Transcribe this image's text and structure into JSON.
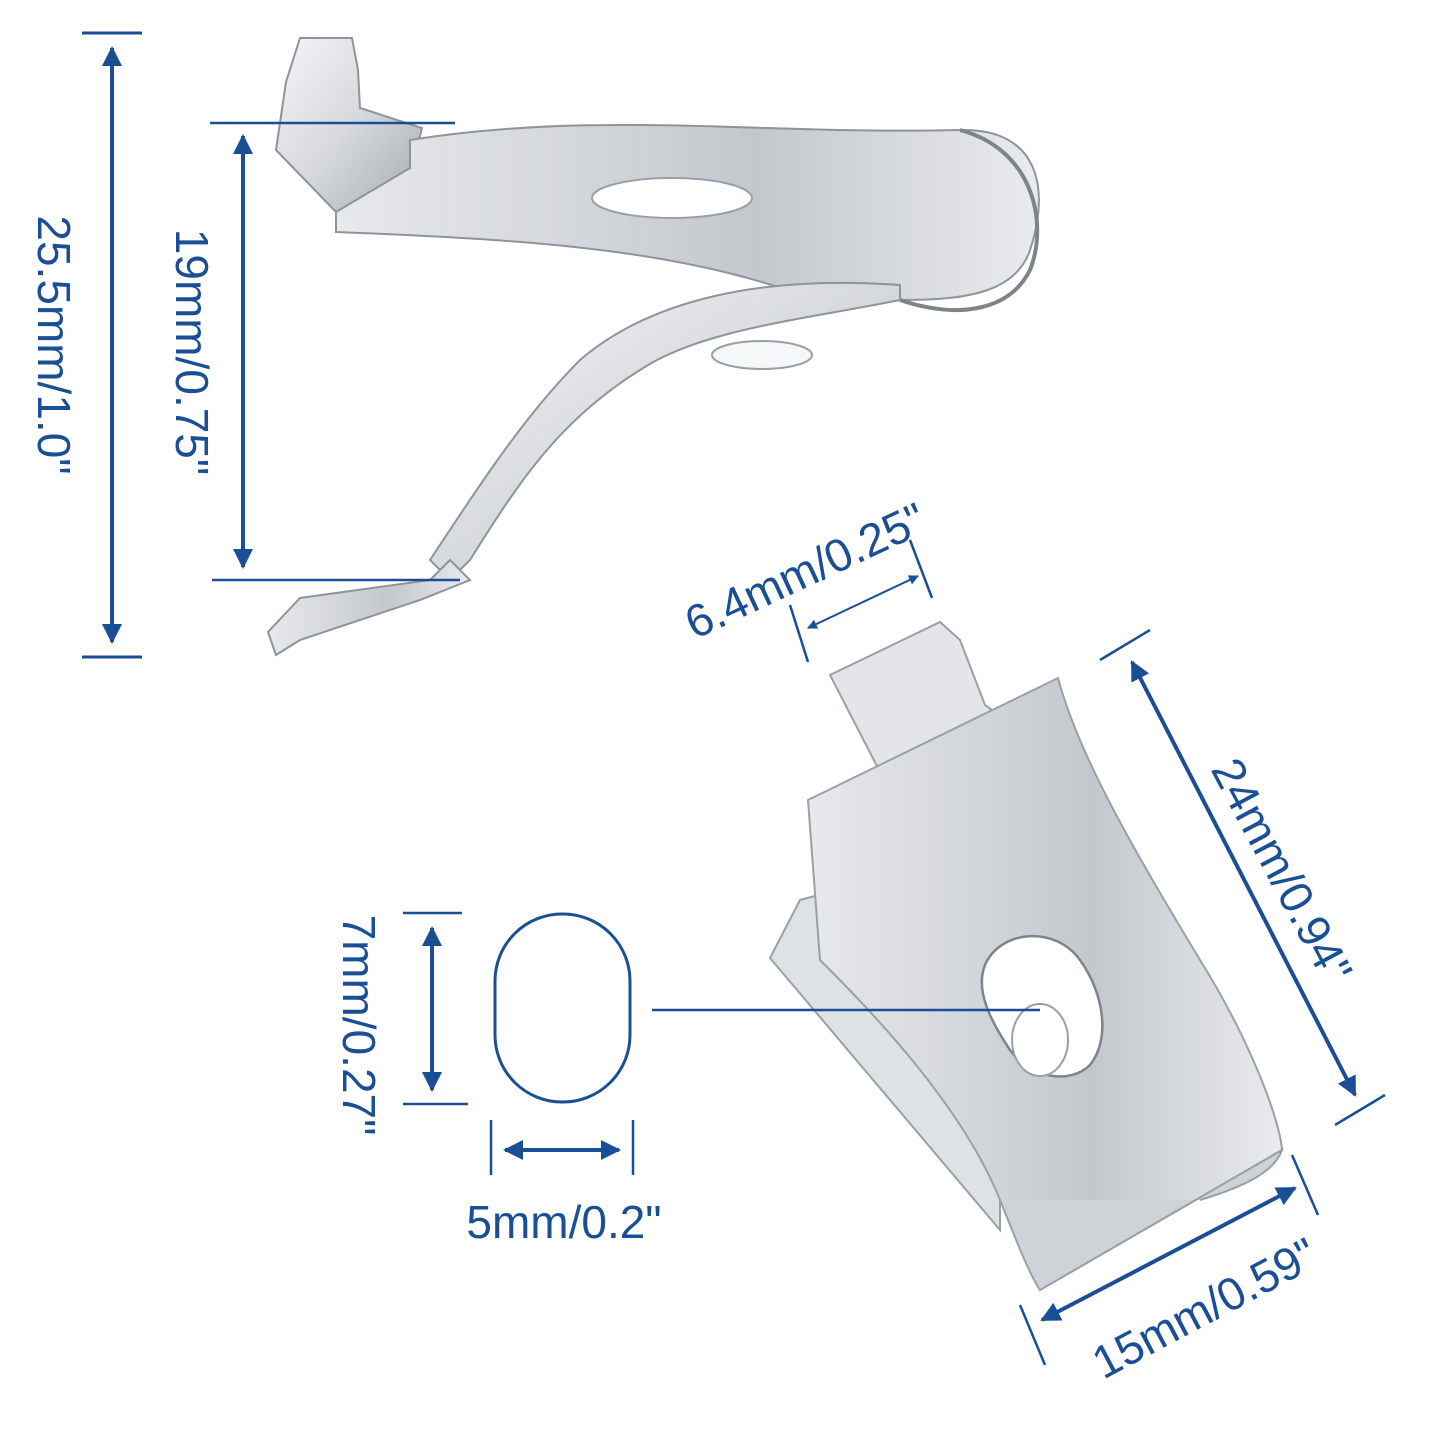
{
  "colors": {
    "dimension_blue": "#1a4f96",
    "metal_light": "#eceef1",
    "metal_mid": "#c9ccd1",
    "metal_dark": "#8f949b",
    "background": "#ffffff"
  },
  "dimensions": {
    "clip_total_height": "25.5mm/1.0\"",
    "clip_inner_height": "19mm/0.75\"",
    "tab_width": "6.4mm/0.25\"",
    "bracket_length": "24mm/0.94\"",
    "bracket_width": "15mm/0.59\"",
    "slot_height": "7mm/0.27\"",
    "slot_width": "5mm/0.2\""
  }
}
